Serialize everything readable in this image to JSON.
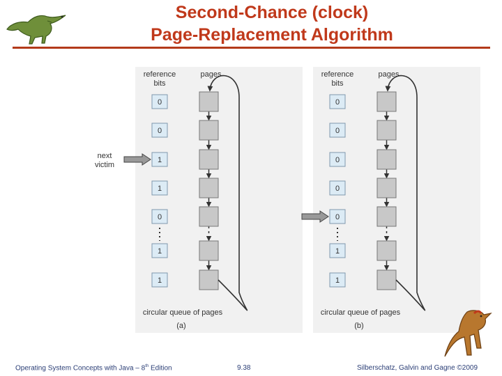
{
  "title": {
    "line1": "Second-Chance (clock)",
    "line2": "Page-Replacement Algorithm"
  },
  "diagram": {
    "panels": [
      {
        "id": "a",
        "caption": "(a)",
        "reference_bits": [
          "0",
          "0",
          "1",
          "1",
          "0",
          "1",
          "1"
        ],
        "next_victim_index": 2,
        "next_victim_label": [
          "next",
          "victim"
        ]
      },
      {
        "id": "b",
        "caption": "(b)",
        "reference_bits": [
          "0",
          "0",
          "0",
          "0",
          "0",
          "1",
          "1"
        ],
        "next_victim_index": 4,
        "next_victim_label": null
      }
    ],
    "reference_bits_label": [
      "reference",
      "bits"
    ],
    "pages_label": "pages",
    "queue_label": "circular queue of pages"
  },
  "footer": {
    "left_main": "Operating System Concepts with Java – 8",
    "left_sup": "th",
    "left_tail": " Edition",
    "center": "9.38",
    "right": "Silberschatz, Galvin and Gagne ©2009"
  },
  "colors": {
    "title": "#c0391b",
    "rule": "#b33a1a",
    "box_fill": "#c8c8c8",
    "bit_box_fill": "#dcebf5",
    "footer": "#2a3d75"
  },
  "icons": {
    "top_logo": "dinosaur-logo-icon",
    "bottom_logo": "dinosaur-mascot-icon"
  }
}
